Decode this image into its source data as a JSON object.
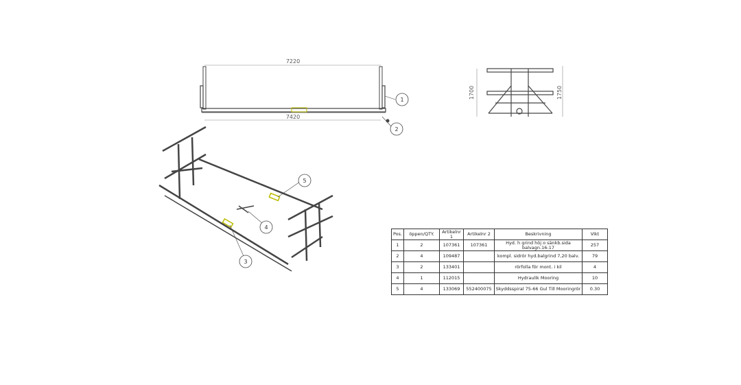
{
  "front_view": {
    "dim_top": "7220",
    "dim_bottom": "7420"
  },
  "side_view": {
    "dim_left": "1700",
    "dim_right": "1750"
  },
  "balloons": [
    "1",
    "2",
    "3",
    "4",
    "5"
  ],
  "bom": {
    "headers": [
      "Pos.",
      "öppen/QTY.",
      "Artikelnr 1",
      "Artikelnr 2",
      "Beskrivning",
      "Vikt"
    ],
    "rows": [
      [
        "1",
        "2",
        "107361",
        "107361",
        "Hyd. h grind höj o sänkb.sida balvagn.16-17",
        "257"
      ],
      [
        "2",
        "4",
        "109487",
        "",
        "kompl. sidrör hyd.balgrind 7,20 balv.",
        "79"
      ],
      [
        "3",
        "2",
        "133401",
        "",
        "rörfolla för mont. i kil",
        "4"
      ],
      [
        "4",
        "1",
        "112015",
        "",
        "Hydraulik Mooring",
        "10"
      ],
      [
        "5",
        "4",
        "133069",
        "552400075",
        "Skyddsspiral 75-66 Gul Till Mooringrör",
        "0.30"
      ]
    ]
  }
}
